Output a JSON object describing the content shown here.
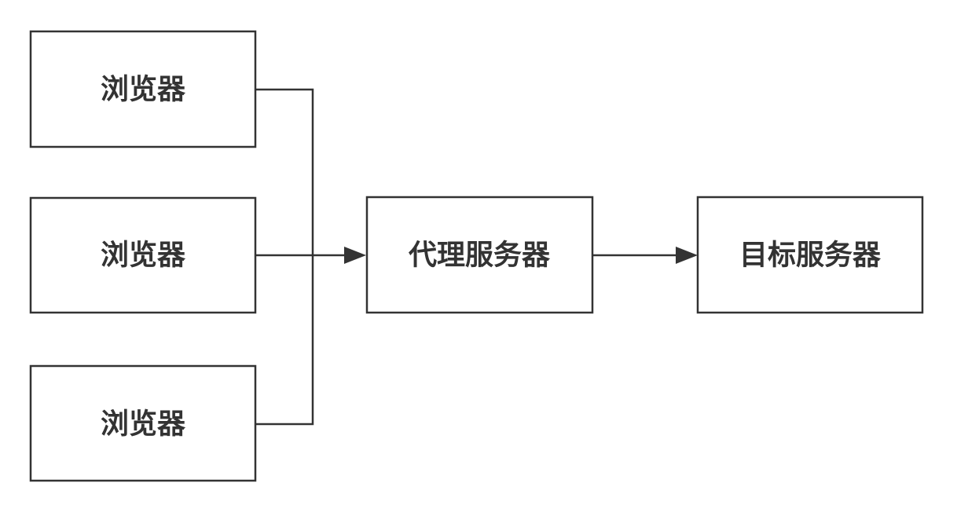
{
  "nodes": {
    "browser_1": {
      "label": "浏览器"
    },
    "browser_2": {
      "label": "浏览器"
    },
    "browser_3": {
      "label": "浏览器"
    },
    "proxy_server": {
      "label": "代理服务器"
    },
    "target_server": {
      "label": "目标服务器"
    }
  },
  "edges": [
    {
      "from": "browser_1",
      "to": "proxy_server"
    },
    {
      "from": "browser_2",
      "to": "proxy_server"
    },
    {
      "from": "browser_3",
      "to": "proxy_server"
    },
    {
      "from": "proxy_server",
      "to": "target_server"
    }
  ],
  "colors": {
    "stroke": "#333333",
    "text": "#333333",
    "background": "#ffffff"
  }
}
